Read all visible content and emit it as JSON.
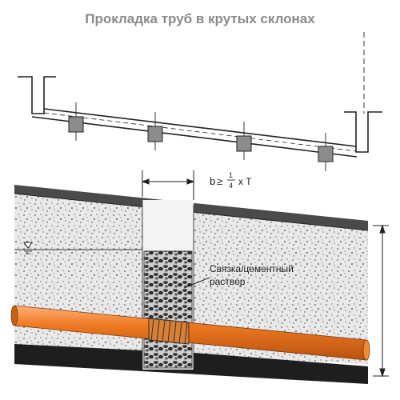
{
  "title": "Прокладка труб в крутых склонах",
  "dimension": {
    "lhs": "b",
    "relation": "≥",
    "frac_num": "1",
    "frac_den": "4",
    "rhs": "x T"
  },
  "callout": {
    "line1": "Связка/цементный",
    "line2": "раствор"
  },
  "colors": {
    "pipe": "#ee7a22",
    "pipe_highlight": "#ffb27a",
    "block": "#8c8c8c",
    "soil": "#e9e9e9",
    "ground_dark": "#1e1e1e",
    "title": "#8a8a8a"
  }
}
